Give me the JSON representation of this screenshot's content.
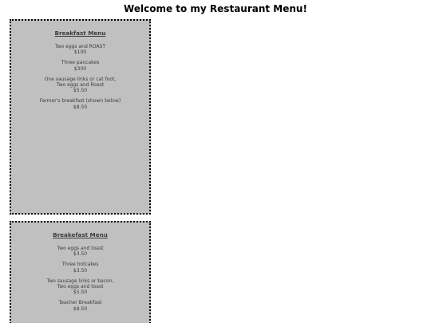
{
  "page": {
    "title": "Welcome to my Restaurant Menu!"
  },
  "menus": [
    {
      "heading": "Breakfast Menu",
      "items": [
        {
          "name": "Two eggs and ROAST",
          "price": "$100"
        },
        {
          "name": "Three pancakes",
          "price": "$300"
        },
        {
          "name": "One sausage links or cat foot,\nTwo eggs and Roast",
          "price": "$5.50"
        },
        {
          "name": "Farmer's breakfast (shown below)",
          "price": "$8.50"
        }
      ]
    },
    {
      "heading": "Breakefast Menu",
      "items": [
        {
          "name": "Two eggs and toast",
          "price": "$3.50"
        },
        {
          "name": "Three hotcakes",
          "price": "$3.50"
        },
        {
          "name": "Two sausage links or bacon,\nTwo eggs and toast",
          "price": "$5.50"
        },
        {
          "name": "Teacher Breakfast",
          "price": "$8.50"
        }
      ]
    }
  ],
  "colors": {
    "box_background": "#c0c0c0",
    "box_border": "#000000",
    "text": "#3c3c3c"
  }
}
